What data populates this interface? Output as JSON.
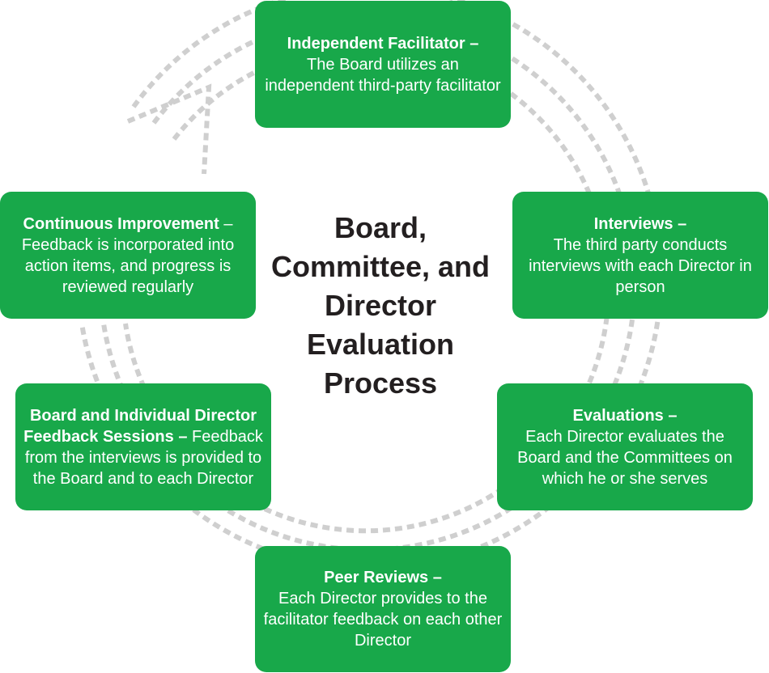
{
  "title": "Board, Committee, and Director Evaluation Process",
  "colors": {
    "box_fill": "#18a84a",
    "box_text": "#ffffff",
    "title_text": "#231f20",
    "dashed_ring": "#cfcfcf"
  },
  "steps": [
    {
      "heading": "Independent Facilitator –",
      "body": "The Board utilizes an independent third-party facilitator"
    },
    {
      "heading": "Interviews –",
      "body": "The third party conducts interviews with each Director in person"
    },
    {
      "heading": "Evaluations –",
      "body": "Each Director evaluates the Board and the Committees on which he or she serves"
    },
    {
      "heading": "Peer Reviews –",
      "body": "Each Director provides to the facilitator feedback on each other Director"
    },
    {
      "heading": "Board and Individual Director Feedback Sessions –",
      "body": "Feedback from the interviews is provided to the Board and to each Director"
    },
    {
      "heading": "Continuous Improvement",
      "body": "– Feedback is incorporated into action items, and progress is reviewed regularly"
    }
  ]
}
